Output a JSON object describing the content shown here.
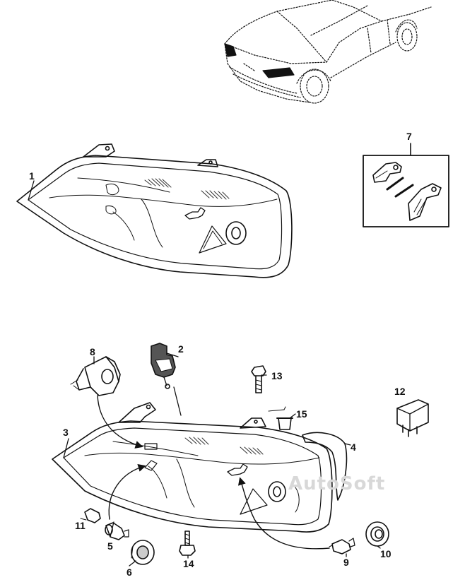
{
  "diagram": {
    "callouts": [
      {
        "id": "1",
        "label": "1"
      },
      {
        "id": "2",
        "label": "2"
      },
      {
        "id": "3",
        "label": "3"
      },
      {
        "id": "4",
        "label": "4"
      },
      {
        "id": "5",
        "label": "5"
      },
      {
        "id": "6",
        "label": "6"
      },
      {
        "id": "7",
        "label": "7"
      },
      {
        "id": "8",
        "label": "8"
      },
      {
        "id": "9",
        "label": "9"
      },
      {
        "id": "10",
        "label": "10"
      },
      {
        "id": "11",
        "label": "11"
      },
      {
        "id": "12",
        "label": "12"
      },
      {
        "id": "13",
        "label": "13"
      },
      {
        "id": "14",
        "label": "14"
      },
      {
        "id": "15",
        "label": "15"
      }
    ],
    "watermark": "AutoSoft",
    "colors": {
      "line": "#111111",
      "hatch": "#333333",
      "watermark": "#d8d8d8"
    }
  }
}
